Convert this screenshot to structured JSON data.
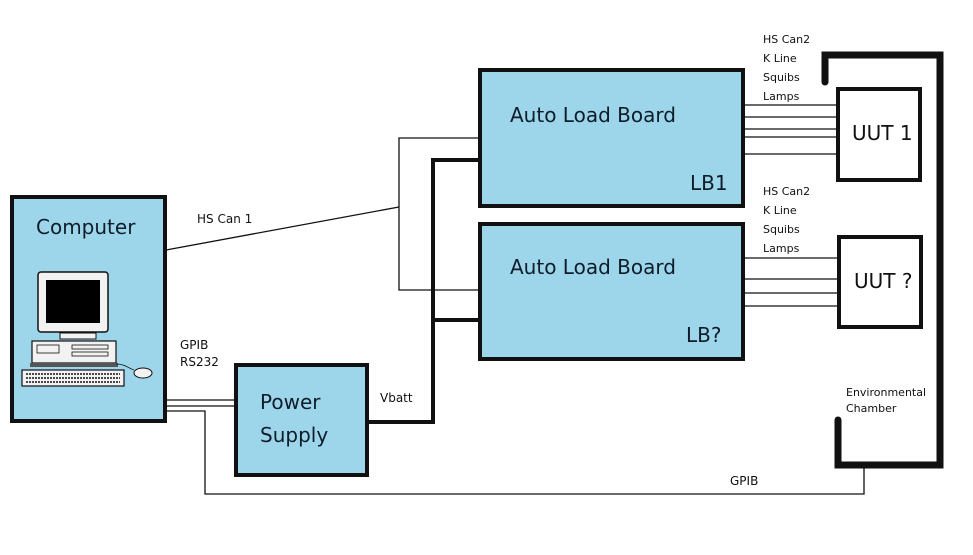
{
  "nodes": {
    "computer": {
      "label": "Computer"
    },
    "power_supply": {
      "line1": "Power",
      "line2": "Supply"
    },
    "load_board_1": {
      "title": "Auto Load Board",
      "id": "LB1"
    },
    "load_board_n": {
      "title": "Auto Load Board",
      "id": "LB?"
    },
    "uut_1": {
      "label": "UUT 1"
    },
    "uut_n": {
      "label": "UUT ?"
    },
    "chamber": {
      "line1": "Environmental",
      "line2": "Chamber"
    }
  },
  "connections": {
    "hs_can1": "HS Can 1",
    "gpib_rs232": {
      "line1": "GPIB",
      "line2": "RS232"
    },
    "vbatt": "Vbatt",
    "gpib_chamber": "GPIB",
    "uut1_signals": [
      "HS Can2",
      "K Line",
      "Squibs",
      "Lamps"
    ],
    "uutn_signals": [
      "HS Can2",
      "K Line",
      "Squibs",
      "Lamps"
    ]
  }
}
